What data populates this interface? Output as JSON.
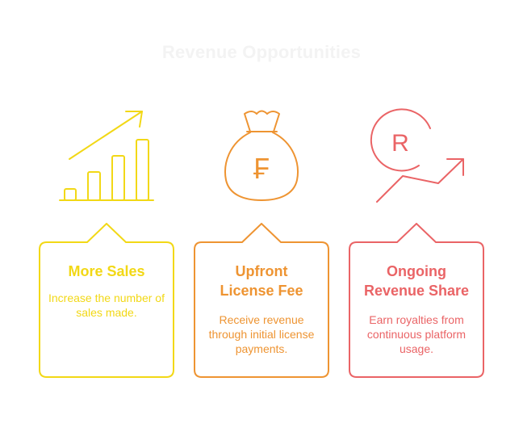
{
  "title": "Revenue Opportunities",
  "colors": {
    "title": "#f3f3f3",
    "sales": "#f2d816",
    "license": "#ee9432",
    "royalty": "#ea6466"
  },
  "cards": [
    {
      "title": "More Sales",
      "description": "Increase the number of sales made.",
      "icon": "growth-bar-chart-icon"
    },
    {
      "title": "Upfront License Fee",
      "description": "Receive revenue through initial license payments.",
      "icon": "money-bag-icon",
      "icon_symbol": "₣"
    },
    {
      "title": "Ongoing Revenue Share",
      "description": "Earn royalties from continuous platform usage.",
      "icon": "rupee-trend-icon",
      "icon_symbol": "R"
    }
  ]
}
